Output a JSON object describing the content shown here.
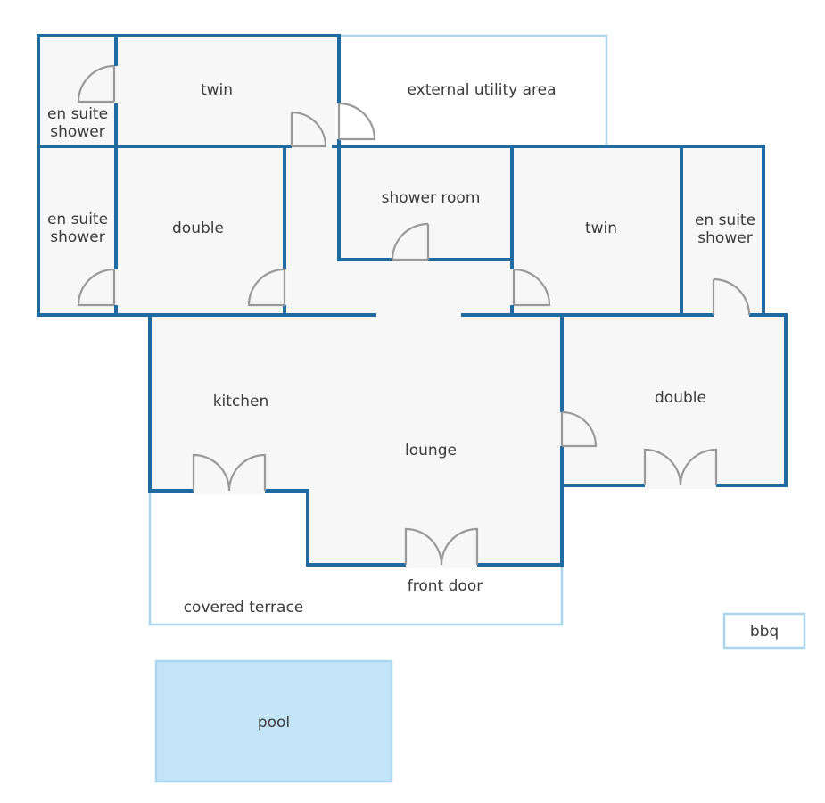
{
  "rooms": {
    "twin_top": "twin",
    "external_utility": "external utility area",
    "ensuite_top_1": "en suite",
    "ensuite_top_2": "shower",
    "ensuite_left_1": "en suite",
    "ensuite_left_2": "shower",
    "double_left": "double",
    "shower_room": "shower room",
    "twin_right": "twin",
    "ensuite_right_1": "en suite",
    "ensuite_right_2": "shower",
    "kitchen": "kitchen",
    "lounge": "lounge",
    "double_right": "double",
    "front_door": "front door",
    "covered_terrace": "covered terrace",
    "bbq": "bbq",
    "pool": "pool"
  },
  "colors": {
    "wall": "#1f6aa0",
    "outdoor_outline": "#a9d6ee",
    "room_fill": "#f7f7f7",
    "pool_fill": "#c3e4f7",
    "door": "#999999"
  }
}
